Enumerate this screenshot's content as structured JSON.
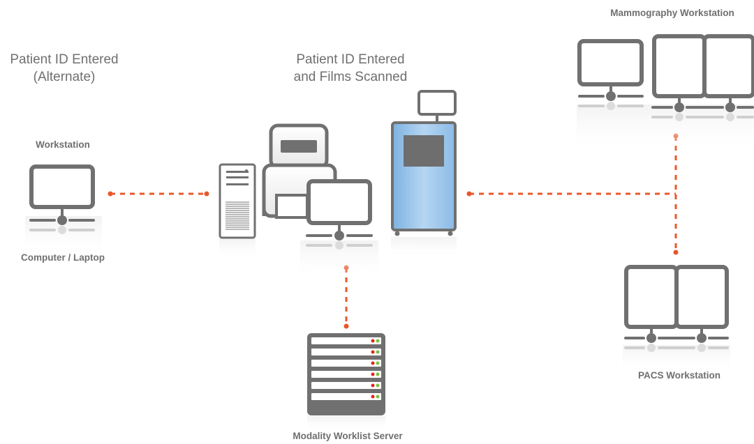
{
  "labels": {
    "patient_id_alternate_line1": "Patient ID Entered",
    "patient_id_alternate_line2": "(Alternate)",
    "patient_id_scanned_line1": "Patient ID Entered",
    "patient_id_scanned_line2": "and Films Scanned",
    "workstation": "Workstation",
    "computer_laptop": "Computer / Laptop",
    "mammography_workstation": "Mammography Workstation",
    "pacs_workstation": "PACS Workstation",
    "modality_worklist_server": "Modality Worklist Server"
  },
  "colors": {
    "device_gray": "#707070",
    "connector_orange": "#e8572a",
    "scanner_blue": "#a9cdee",
    "text_gray": "#6f6f6f",
    "led_red": "#e0261c",
    "led_green": "#7cc142"
  },
  "icons": [
    "monitor-icon",
    "server-rack-icon",
    "tower-computer-icon",
    "printer-icon",
    "film-scanner-icon"
  ]
}
